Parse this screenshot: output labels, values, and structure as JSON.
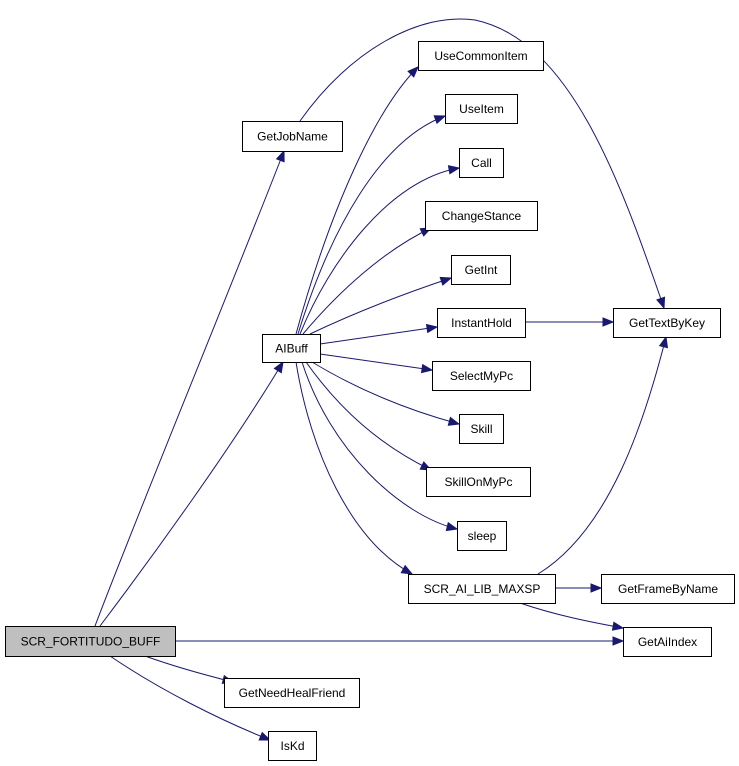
{
  "diagram": {
    "colors": {
      "edge": "#191970",
      "root_fill": "#bfbfbf",
      "node_fill": "#ffffff",
      "border": "#000000"
    },
    "nodes": [
      {
        "id": "SCR_FORTITUDO_BUFF",
        "label": "SCR_FORTITUDO_BUFF",
        "root": true
      },
      {
        "id": "GetJobName",
        "label": "GetJobName"
      },
      {
        "id": "AIBuff",
        "label": "AIBuff"
      },
      {
        "id": "UseCommonItem",
        "label": "UseCommonItem"
      },
      {
        "id": "UseItem",
        "label": "UseItem"
      },
      {
        "id": "Call",
        "label": "Call"
      },
      {
        "id": "ChangeStance",
        "label": "ChangeStance"
      },
      {
        "id": "GetInt",
        "label": "GetInt"
      },
      {
        "id": "InstantHold",
        "label": "InstantHold"
      },
      {
        "id": "SelectMyPc",
        "label": "SelectMyPc"
      },
      {
        "id": "Skill",
        "label": "Skill"
      },
      {
        "id": "SkillOnMyPc",
        "label": "SkillOnMyPc"
      },
      {
        "id": "sleep",
        "label": "sleep"
      },
      {
        "id": "SCR_AI_LIB_MAXSP",
        "label": "SCR_AI_LIB_MAXSP"
      },
      {
        "id": "GetTextByKey",
        "label": "GetTextByKey"
      },
      {
        "id": "GetFrameByName",
        "label": "GetFrameByName"
      },
      {
        "id": "GetAiIndex",
        "label": "GetAiIndex"
      },
      {
        "id": "GetNeedHealFriend",
        "label": "GetNeedHealFriend"
      },
      {
        "id": "IsKd",
        "label": "IsKd"
      }
    ],
    "edges": [
      {
        "from": "SCR_FORTITUDO_BUFF",
        "to": "GetJobName"
      },
      {
        "from": "SCR_FORTITUDO_BUFF",
        "to": "AIBuff"
      },
      {
        "from": "SCR_FORTITUDO_BUFF",
        "to": "GetAiIndex"
      },
      {
        "from": "SCR_FORTITUDO_BUFF",
        "to": "GetNeedHealFriend"
      },
      {
        "from": "SCR_FORTITUDO_BUFF",
        "to": "IsKd"
      },
      {
        "from": "GetJobName",
        "to": "GetTextByKey"
      },
      {
        "from": "AIBuff",
        "to": "UseCommonItem"
      },
      {
        "from": "AIBuff",
        "to": "UseItem"
      },
      {
        "from": "AIBuff",
        "to": "Call"
      },
      {
        "from": "AIBuff",
        "to": "ChangeStance"
      },
      {
        "from": "AIBuff",
        "to": "GetInt"
      },
      {
        "from": "AIBuff",
        "to": "InstantHold"
      },
      {
        "from": "AIBuff",
        "to": "SelectMyPc"
      },
      {
        "from": "AIBuff",
        "to": "Skill"
      },
      {
        "from": "AIBuff",
        "to": "SkillOnMyPc"
      },
      {
        "from": "AIBuff",
        "to": "sleep"
      },
      {
        "from": "AIBuff",
        "to": "SCR_AI_LIB_MAXSP"
      },
      {
        "from": "InstantHold",
        "to": "GetTextByKey"
      },
      {
        "from": "SCR_AI_LIB_MAXSP",
        "to": "GetTextByKey"
      },
      {
        "from": "SCR_AI_LIB_MAXSP",
        "to": "GetFrameByName"
      },
      {
        "from": "SCR_AI_LIB_MAXSP",
        "to": "GetAiIndex"
      }
    ]
  }
}
